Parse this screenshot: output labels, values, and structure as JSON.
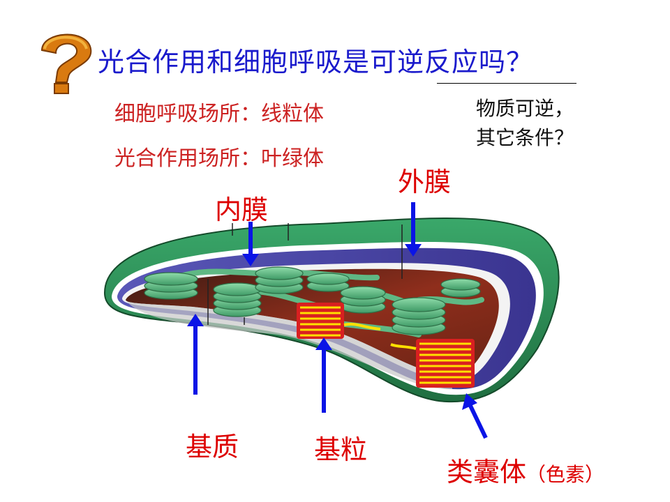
{
  "title": "光合作用和细胞呼吸是可逆反应吗？",
  "question_icon": "question-mark-icon",
  "sites": {
    "respiration": "细胞呼吸场所：线粒体",
    "photosynthesis": "光合作用场所：叶绿体"
  },
  "note": {
    "line1": "物质可逆，",
    "line2": "其它条件？"
  },
  "labels": {
    "outer_membrane": "外膜",
    "inner_membrane": "内膜",
    "stroma": "基质",
    "granum": "基粒",
    "thylakoid": "类囊体",
    "thylakoid_note": "（色素）"
  },
  "colors": {
    "title": "#1a1acc",
    "sites_text": "#cc2222",
    "label_text": "#dd0000",
    "arrow": "#0a14e6",
    "outer_membrane": "#2e8b57",
    "inner_membrane": "#4b3f9a",
    "stroma": "#8b2b1a",
    "grana": "#5fb884"
  }
}
